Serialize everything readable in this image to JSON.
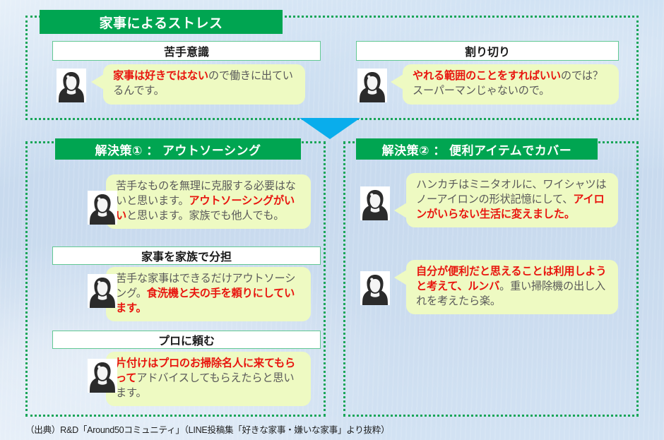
{
  "colors": {
    "green_header_bg": "#00a551",
    "green_header_text": "#ffffff",
    "dotted_border": "#18a558",
    "subhead_border": "#62c893",
    "bubble_bg": "#eefac2",
    "bubble_text": "#5a5a5a",
    "bubble_highlight": "#e8150e",
    "arrow": "#09adec",
    "background": "#cadef2"
  },
  "stress_section": {
    "header": "家事によるストレス",
    "columns": [
      {
        "subhead": "苦手意識",
        "avatar_icon": "woman-silhouette-avatar-icon",
        "bubble": {
          "highlight": "家事は好きではない",
          "plain_after": "ので働きに出ているんです。",
          "full_text": "家事は好きではないので働きに出ているんです。"
        }
      },
      {
        "subhead": "割り切り",
        "avatar_icon": "woman-silhouette-avatar-icon",
        "bubble": {
          "highlight": "やれる範囲のことをすればいい",
          "plain_after": "のでは？スーパーマンじゃないので。",
          "full_text": "やれる範囲のことをすればいいのでは？スーパーマンじゃないので。"
        }
      }
    ]
  },
  "arrow": {
    "icon": "down-triangle-arrow-icon"
  },
  "solution1": {
    "header": "解決策① ： アウトソーシング",
    "blocks": [
      {
        "subhead": null,
        "avatar_icon": "woman-silhouette-avatar-icon",
        "bubble": {
          "plain_before": "苦手なものを無理に克服する必要はないと思います。",
          "highlight": "アウトソーシングがいい",
          "plain_after": "と思います。家族でも他人でも。",
          "full_text": "苦手なものを無理に克服する必要はないと思います。アウトソーシングがいいと思います。家族でも他人でも。"
        }
      },
      {
        "subhead": "家事を家族で分担",
        "avatar_icon": "woman-silhouette-avatar-icon",
        "bubble": {
          "plain_before": "苦手な家事はできるだけアウトソーシング。",
          "highlight": "食洗機と夫の手を頼りにしています。",
          "plain_after": "",
          "full_text": "苦手な家事はできるだけアウトソーシング。食洗機と夫の手を頼りにしています。"
        }
      },
      {
        "subhead": "プロに頼む",
        "avatar_icon": "woman-silhouette-avatar-icon",
        "bubble": {
          "plain_before": "",
          "highlight": "片付けはプロのお掃除名人に来てもらって",
          "plain_after": "アドバイスしてもらえたらと思います。",
          "full_text": "片付けはプロのお掃除名人に来てもらってアドバイスしてもらえたらと思います。"
        }
      }
    ]
  },
  "solution2": {
    "header": "解決策② ： 便利アイテムでカバー",
    "blocks": [
      {
        "avatar_icon": "woman-silhouette-avatar-icon",
        "bubble": {
          "plain_before": "ハンカチはミニタオルに、ワイシャツはノーアイロンの形状記憶にして、",
          "highlight": "アイロンがいらない生活に変えました。",
          "plain_after": "",
          "full_text": "ハンカチはミニタオルに、ワイシャツはノーアイロンの形状記憶にして、アイロンがいらない生活に変えました。"
        }
      },
      {
        "avatar_icon": "woman-silhouette-avatar-icon",
        "bubble": {
          "plain_before": "",
          "highlight": "自分が便利だと思えることは利用しようと考えて、ルンバ",
          "plain_after": "。重い掃除機の出し入れを考えたら楽。",
          "full_text": "自分が便利だと思えることは利用しようと考えて、ルンバ。重い掃除機の出し入れを考えたら楽。"
        }
      }
    ]
  },
  "source": "（出典）R&D「Around50コミュニティ」（LINE投稿集「好きな家事・嫌いな家事」より抜粋）"
}
